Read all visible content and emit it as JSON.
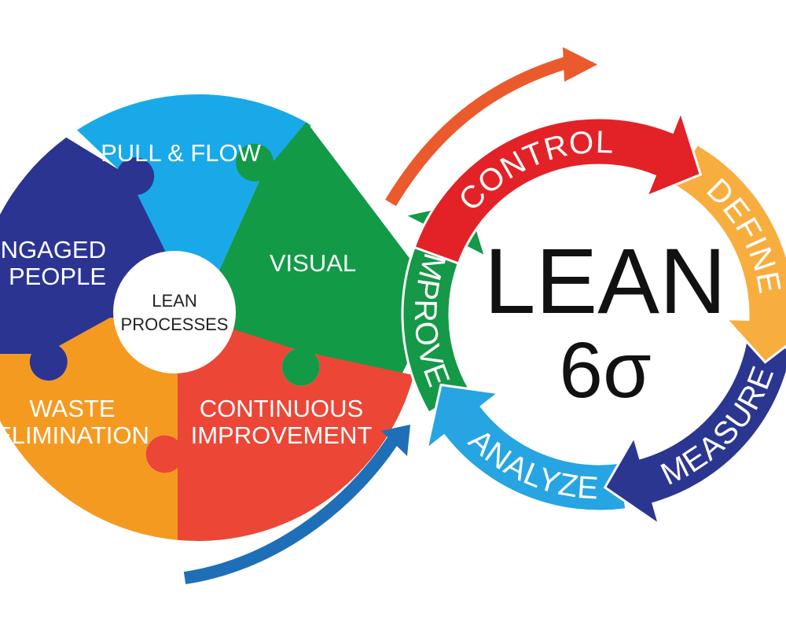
{
  "lean_wheel": {
    "segments": [
      {
        "id": "pull-flow",
        "lines": [
          "PULL & FLOW"
        ],
        "color": "#19A9E9"
      },
      {
        "id": "visual",
        "lines": [
          "VISUAL"
        ],
        "color": "#129A47"
      },
      {
        "id": "continuous-improvement",
        "lines": [
          "CONTINUOUS",
          "IMPROVEMENT"
        ],
        "color": "#EC4637"
      },
      {
        "id": "waste-elimination",
        "lines": [
          "WASTE",
          "ELIMINATION"
        ],
        "color": "#F59A21"
      },
      {
        "id": "engaged-people",
        "lines": [
          "ENGAGED",
          "PEOPLE"
        ],
        "color": "#2C3491"
      }
    ],
    "hub": {
      "lines": [
        "LEAN",
        "PROCESSES"
      ],
      "color": "#ffffff"
    }
  },
  "dmaic_cycle": {
    "center": {
      "line1": "LEAN",
      "line2": "6σ"
    },
    "stages": [
      {
        "id": "control",
        "label": "CONTROL",
        "color": "#E32227"
      },
      {
        "id": "define",
        "label": "DEFINE",
        "color": "#F8AE3E"
      },
      {
        "id": "measure",
        "label": "MEASURE",
        "color": "#2B3690"
      },
      {
        "id": "analyze",
        "label": "ANALYZE",
        "color": "#27A4E2"
      },
      {
        "id": "improve",
        "label": "IMPROVE",
        "color": "#159848"
      }
    ]
  },
  "connectors": {
    "top_color": "#EB5A2D",
    "bottom_color": "#1F6FB8"
  }
}
